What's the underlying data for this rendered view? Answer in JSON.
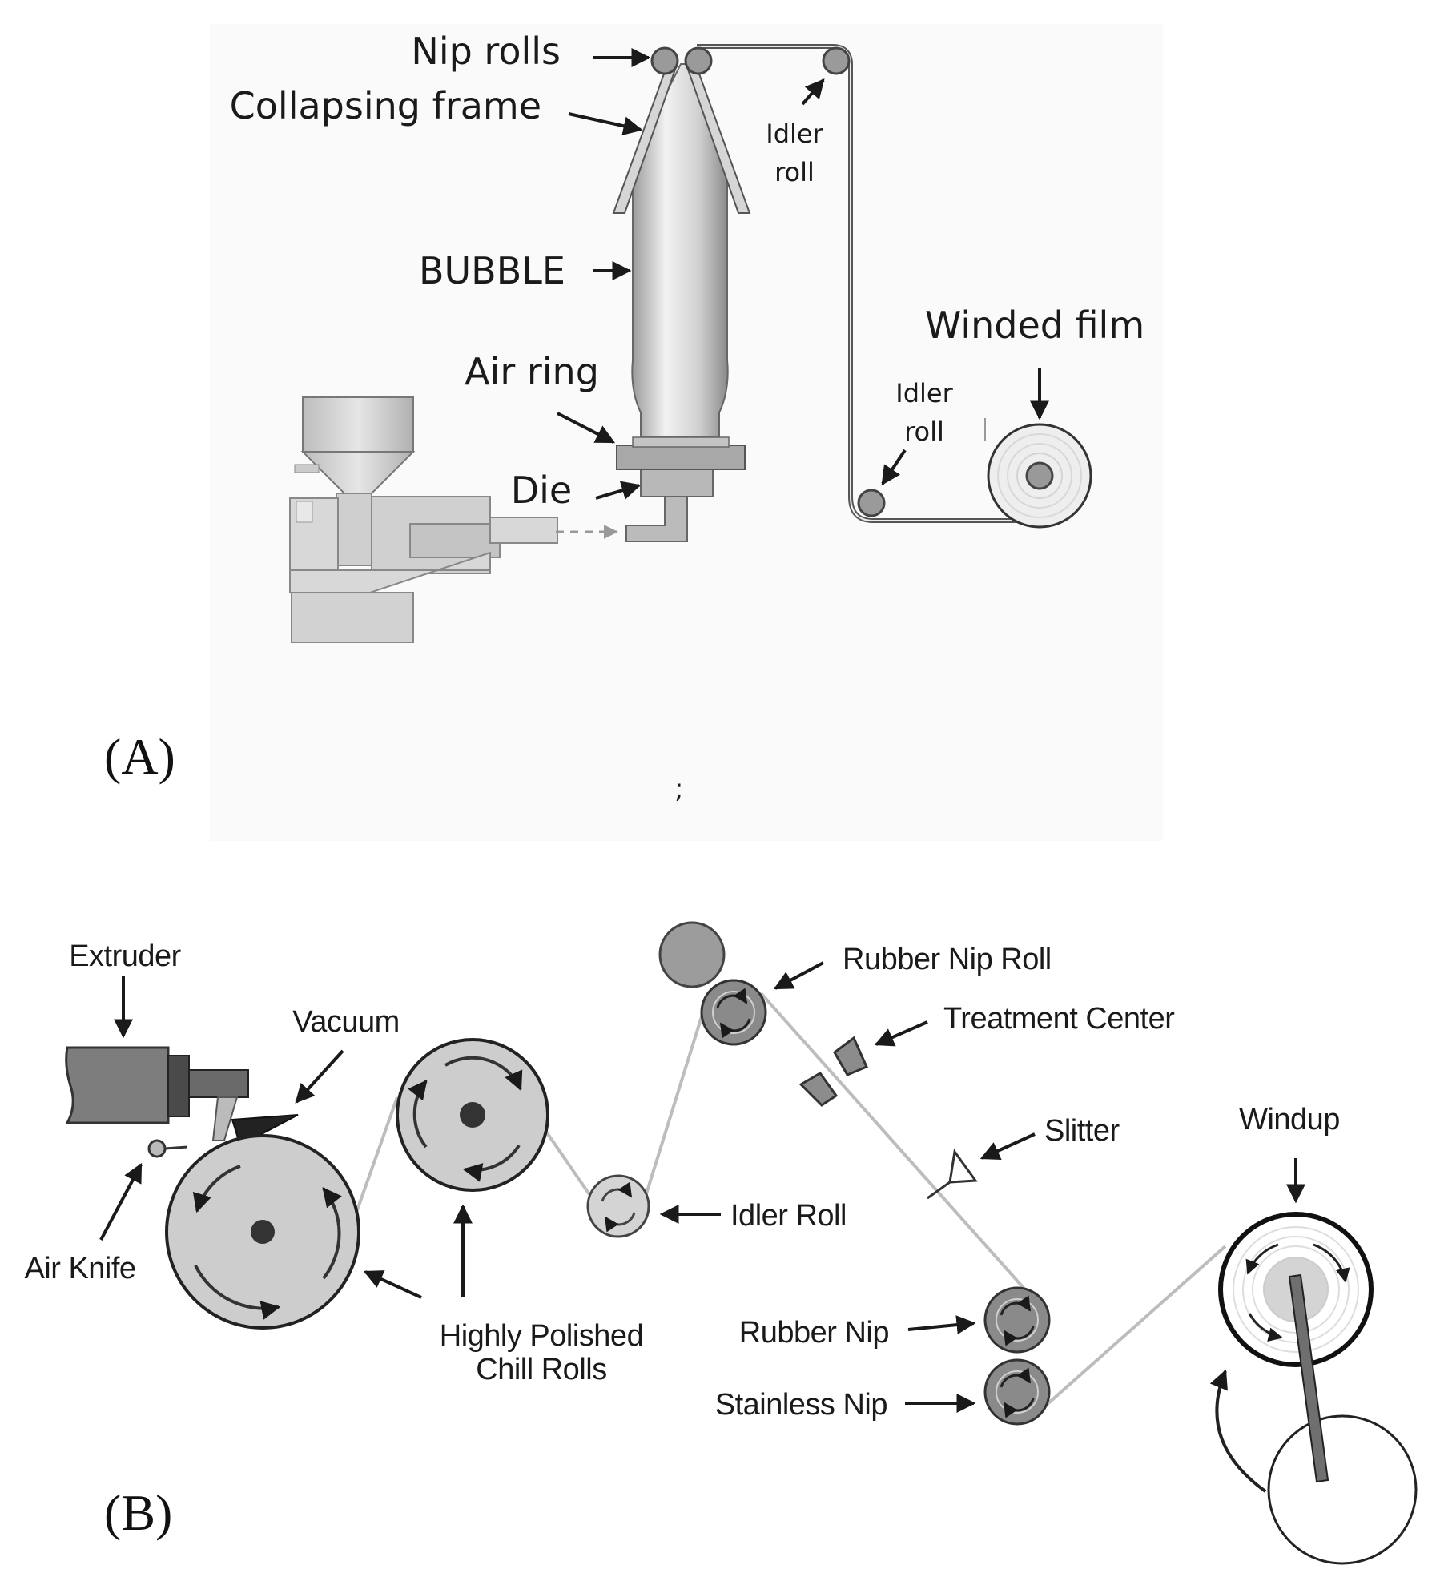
{
  "panel_a": {
    "label": "(A)",
    "nip_rolls": "Nip rolls",
    "collapsing_frame": "Collapsing frame",
    "idler_roll_top_1": "Idler",
    "idler_roll_top_2": "roll",
    "bubble": "BUBBLE",
    "winded_film": "Winded film",
    "air_ring": "Air ring",
    "idler_roll_bottom_1": "Idler",
    "idler_roll_bottom_2": "roll",
    "die": "Die",
    "stray_mark": ";"
  },
  "panel_b": {
    "label": "(B)",
    "extruder": "Extruder",
    "vacuum": "Vacuum",
    "air_knife": "Air Knife",
    "chill_rolls_1": "Highly Polished",
    "chill_rolls_2": "Chill Rolls",
    "idler_roll": "Idler Roll",
    "rubber_nip_roll": "Rubber Nip Roll",
    "treatment_center": "Treatment Center",
    "slitter": "Slitter",
    "windup": "Windup",
    "rubber_nip": "Rubber Nip",
    "stainless_nip": "Stainless Nip"
  },
  "colors": {
    "ink": "#1a1a1a",
    "roll_fill": "#c8c8c8",
    "dark_roll": "#7a7a7a",
    "machine_fill": "#d4d4d4",
    "panel_bg": "#fafafa"
  }
}
